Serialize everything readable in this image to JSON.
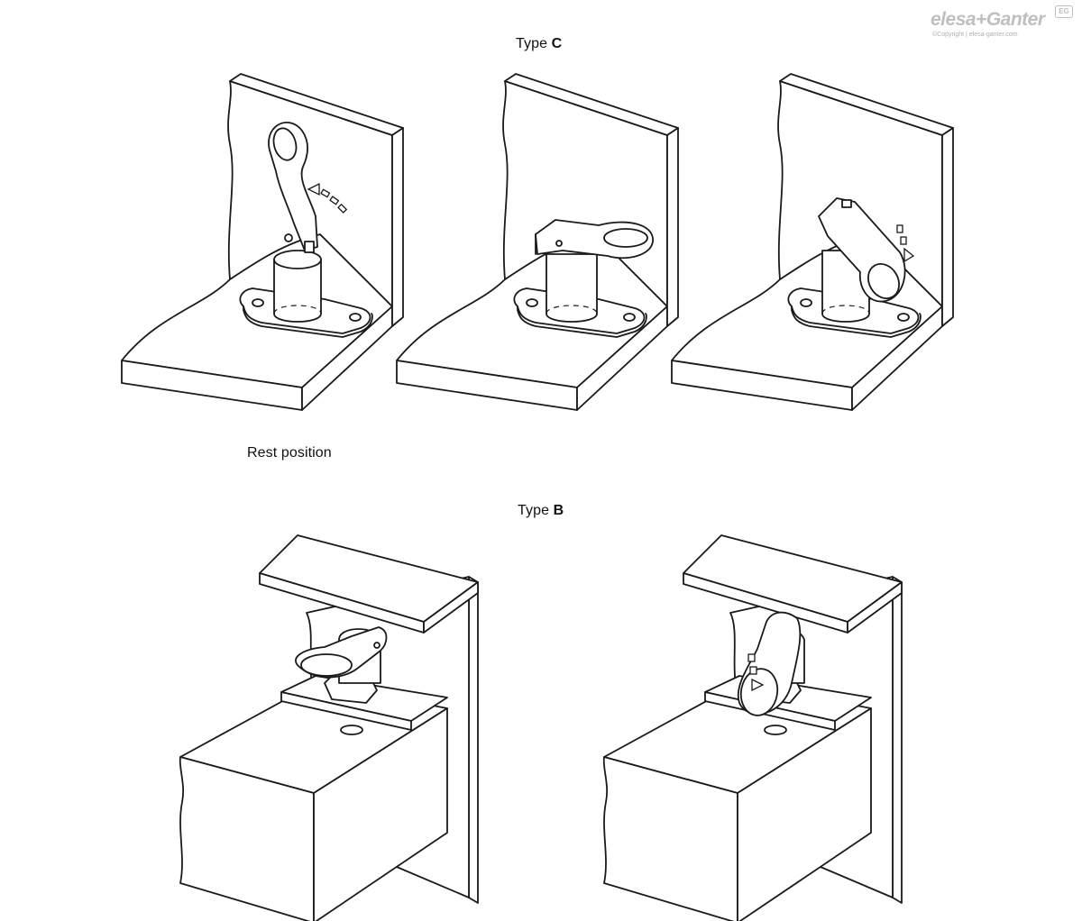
{
  "logo": {
    "brand": "elesa+Ganter",
    "copyright": "©Copyright | elesa-ganter.com",
    "badge": "EG"
  },
  "type_c": {
    "prefix": "Type ",
    "letter": "C"
  },
  "type_b": {
    "prefix": "Type ",
    "letter": "B"
  },
  "rest_position_label": "Rest position"
}
